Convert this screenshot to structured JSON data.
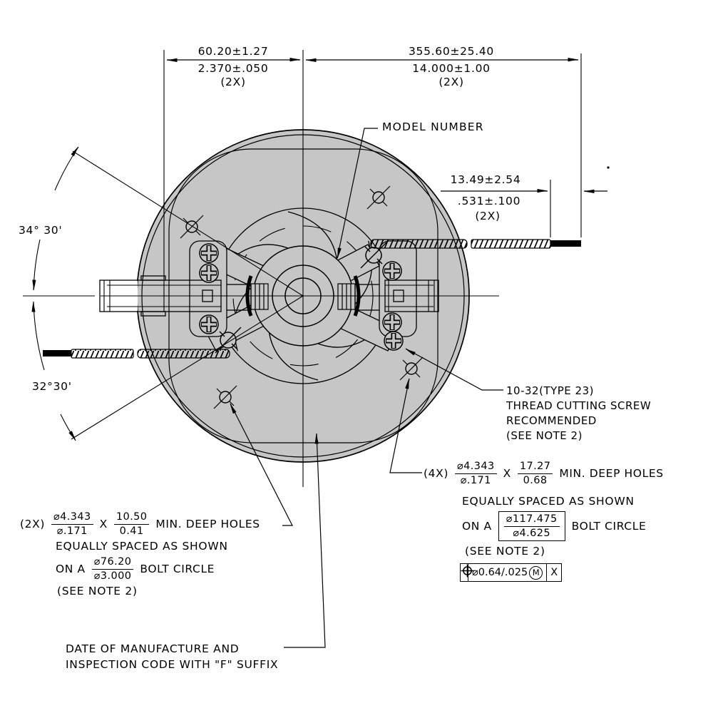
{
  "colors": {
    "ink": "#000000",
    "body_gray": "#c6c6c6",
    "background": "#ffffff"
  },
  "dim_top_left": {
    "metric": "60.20±1.27",
    "inch": "2.370±.050",
    "qty": "(2X)"
  },
  "dim_top_right": {
    "metric": "355.60±25.40",
    "inch": "14.000±1.00",
    "qty": "(2X)"
  },
  "dim_lead_exit": {
    "metric": "13.49±2.54",
    "inch": ".531±.100",
    "qty": "(2X)"
  },
  "angle_upper": {
    "value": "34° 30'"
  },
  "angle_lower": {
    "value": "32°30'"
  },
  "model_label": {
    "text": "MODEL NUMBER"
  },
  "screw_note": {
    "line1": "10-32(TYPE 23)",
    "line2": "THREAD CUTTING SCREW",
    "line3": "RECOMMENDED",
    "line4": "(SEE NOTE 2)"
  },
  "holes_right": {
    "qty": "(4X)",
    "hole_metric": "⌀4.343",
    "hole_inch": "⌀.171",
    "by": "X",
    "depth_metric": "17.27",
    "depth_inch": "0.68",
    "suffix": "MIN. DEEP HOLES",
    "spacing": "EQUALLY SPACED AS SHOWN",
    "on_a": "ON A",
    "bc_metric": "⌀117.475",
    "bc_inch": "⌀4.625",
    "bc_suffix": "BOLT CIRCLE",
    "note": "(SEE NOTE 2)",
    "fcf": {
      "symbol": "position-symbol",
      "tolerance": "⌀0.64/.025",
      "modifier": "M",
      "datum": "X"
    }
  },
  "holes_left": {
    "qty": "(2X)",
    "hole_metric": "⌀4.343",
    "hole_inch": "⌀.171",
    "by": "X",
    "depth_metric": "10.50",
    "depth_inch": "0.41",
    "suffix": "MIN. DEEP HOLES",
    "spacing": "EQUALLY SPACED AS SHOWN",
    "on_a": "ON A",
    "bc_metric": "⌀76.20",
    "bc_inch": "⌀3.000",
    "bc_suffix": "BOLT CIRCLE",
    "note": "(SEE NOTE 2)"
  },
  "date_note": {
    "line1": "DATE OF MANUFACTURE AND",
    "line2": "INSPECTION CODE WITH \"F\" SUFFIX"
  }
}
